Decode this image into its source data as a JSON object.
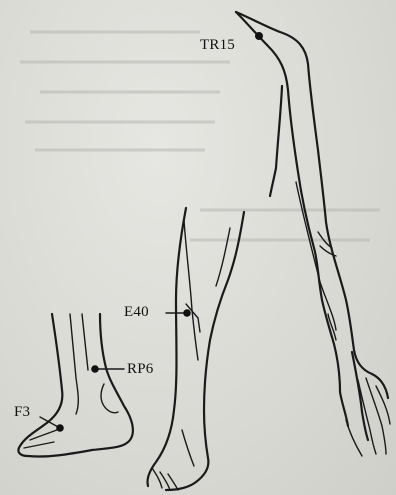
{
  "figure": {
    "points": [
      {
        "id": "tr15",
        "label": "TR15"
      },
      {
        "id": "e40",
        "label": "E40"
      },
      {
        "id": "rp6",
        "label": "RP6"
      },
      {
        "id": "f3",
        "label": "F3"
      }
    ]
  }
}
